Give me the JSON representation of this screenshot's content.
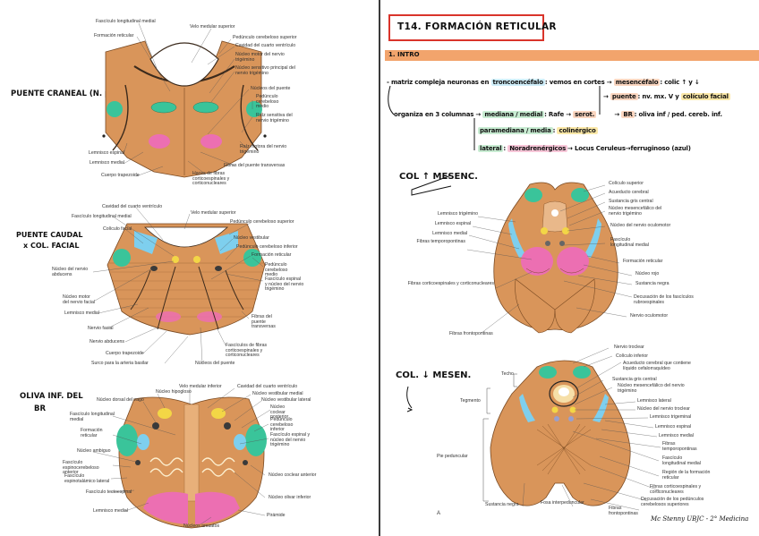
{
  "title": "T14. FORMACIÓN RETICULAR",
  "intro_heading": "1. INTRO",
  "footer": "Mc Stenny UBJC - 2° Medicina",
  "colors": {
    "tissue": "#d9955a",
    "cyan": "#7ecfee",
    "green": "#3ac49a",
    "pink": "#ec6fb2",
    "yellow": "#f3d646",
    "red_box": "#d9342b",
    "intro_bar": "#f2a46c"
  },
  "left": {
    "section1": {
      "side_label": "PUENTE CRANEAL (N. par V)",
      "labels": {
        "flm": "Fascículo longitudinal medial",
        "velo": "Velo medular superior",
        "fr": "Formación reticular",
        "pcs": "Pedúnculo cerebeloso superior",
        "cav": "Cavidad del cuarto ventrículo",
        "nmt": "Núcleo motor del nervio trigémino",
        "nsp": "Núcleo sensitivo principal del nervio trigémino",
        "np": "Núcleos del puente",
        "pcm": "Pedúnculo cerebeloso medio",
        "rs": "Raíz sensitiva del nervio trigémino",
        "rm": "Raíz motora del nervio trigémino",
        "le": "Lemnisco espinal",
        "lm": "Lemnisco medial",
        "ct": "Cuerpo trapezoide",
        "fpt": "Fibras del puente transversas",
        "haces": "Haces de fibras corticoespinales y corticonucleares"
      }
    },
    "section2": {
      "side_label_1": "PUENTE CAUDAL",
      "side_label_2": "x COL. FACIAL",
      "labels": {
        "cav": "Cavidad del cuarto ventrículo",
        "vms": "Velo medular superior",
        "flm": "Fascículo longitudinal medial",
        "pcs": "Pedúnculo cerebeloso superior",
        "cf": "Colículo facial",
        "nv": "Núcleo vestibular",
        "pci": "Pedúnculo cerebeloso inferior",
        "fr": "Formación reticular",
        "pcm": "Pedúnculo cerebeloso medio",
        "na": "Núcleo del nervio abducens",
        "fe": "Fascículo espinal y núcleo del nervio trigémino",
        "nmf": "Núcleo motor del nervio facial",
        "lm": "Lemnisco medial",
        "nf": "Nervio facial",
        "fpt": "Fibras del puente transversas",
        "nab": "Nervio abducens",
        "fcc": "Fascículos de fibras corticoespinales y corticonucleares",
        "ct": "Cuerpo trapezoide",
        "sab": "Surco para la arteria basilar",
        "np": "Núcleos del puente"
      }
    },
    "section3": {
      "side_label_1": "OLIVA INF. DEL",
      "side_label_2": "BR",
      "labels": {
        "vmi": "Velo medular inferior",
        "cav": "Cavidad del cuarto ventrículo",
        "nh": "Núcleo hipogloso",
        "nvm": "Núcleo vestibular medial",
        "ndv": "Núcleo dorsal del vago",
        "nvl": "Núcleo vestibular lateral",
        "ncp": "Núcleo coclear posterior",
        "flm": "Fascículo longitudinal medial",
        "pci": "Pedúnculo cerebeloso inferior",
        "fr": "Formación reticular",
        "fe": "Fascículo espinal y núcleo del nervio trigémino",
        "nam": "Núcleo ambiguo",
        "fea": "Fascículo espinocerebeloso anterior",
        "fel": "Fascículo espinotalámico lateral",
        "nca": "Núcleo coclear anterior",
        "ft": "Fascículo tectoespinal",
        "noi": "Núcleo olivar inferior",
        "lm": "Lemnisco medial",
        "pir": "Pirámide",
        "narc": "Núcleos arcuatos"
      }
    }
  },
  "right": {
    "notes": {
      "n1a": "- matriz compleja neuronas en",
      "n1b": "troncoencéfalo",
      "n1c": ": vemos en cortes →",
      "n1d": "mesencéfalo",
      "n1e": ": colic ↑ y ↓",
      "n2a": "→",
      "n2b": "puente",
      "n2c": ": nv. mx. V y",
      "n2d": "colículo facial",
      "n3a": "organiza en 3 columnas →",
      "n3b": "mediana / medial",
      "n3c": ": Rafe →",
      "n3d": "serot.",
      "n3e": "→",
      "n3f": "BR",
      "n3g": ": oliva inf / ped. cereb. inf.",
      "n4a": "paramediana / media",
      "n4b": ":",
      "n4c": "colinérgico",
      "n5a": "lateral",
      "n5b": ":",
      "n5c": "Noradrenérgicos",
      "n5d": "→",
      "n5e": "Locus Ceruleus",
      "n5f": "→",
      "n5g": "ferruginoso (azul)"
    },
    "section1": {
      "side_label": "COL ↑ MESENC.",
      "labels": {
        "cs": "Colículo superior",
        "ac": "Acueducto cerebral",
        "sgc": "Sustancia gris central",
        "nmt": "Núcleo mesencefálico del nervio trigémino",
        "lt": "Lemnisco trigémino",
        "le": "Lemnisco espinal",
        "lm": "Lemnisco medial",
        "ftp": "Fibras temporopontinas",
        "no": "Núcleo del nervio oculomotor",
        "flm": "Fascículo longitudinal medial",
        "fr": "Formación reticular",
        "nr": "Núcleo rojo",
        "sn": "Sustancia negra",
        "fcc": "Fibras corticoespinales y corticonucleares",
        "dec": "Decusación de los fascículos rubroespinales",
        "ffp": "Fibras frontopontinas",
        "nom": "Nervio oculomotor"
      }
    },
    "section2": {
      "side_label": "COL. ↓ MESEN.",
      "labels": {
        "nt": "Nervio troclear",
        "ci": "Colículo inferior",
        "ac": "Acueducto cerebral que contiene líquido cefalorraquídeo",
        "techo": "Techo",
        "teg": "Tegmento",
        "sgc": "Sustancia gris central",
        "nmt": "Núcleo mesencefálico del nervio trigémino",
        "ll": "Lemnisco lateral",
        "ntr": "Núcleo del nervio troclear",
        "ltr": "Lemnisco trigeminal",
        "les": "Lemnisco espinal",
        "lmd": "Lemnisco medial",
        "ftp": "Fibras temporopontinas",
        "flm": "Fascículo longitudinal medial",
        "rfr": "Región de la formación reticular",
        "fcc": "Fibras corticoespinales y corticonucleares",
        "dpc": "Decusación de los pedúnculos cerebelosos superiores",
        "pp": "Pie peduncular",
        "sn": "Sustancia negra",
        "fi": "Fosa interpeduncular",
        "ffp": "Fibras frontopontinas",
        "a": "A"
      }
    }
  }
}
